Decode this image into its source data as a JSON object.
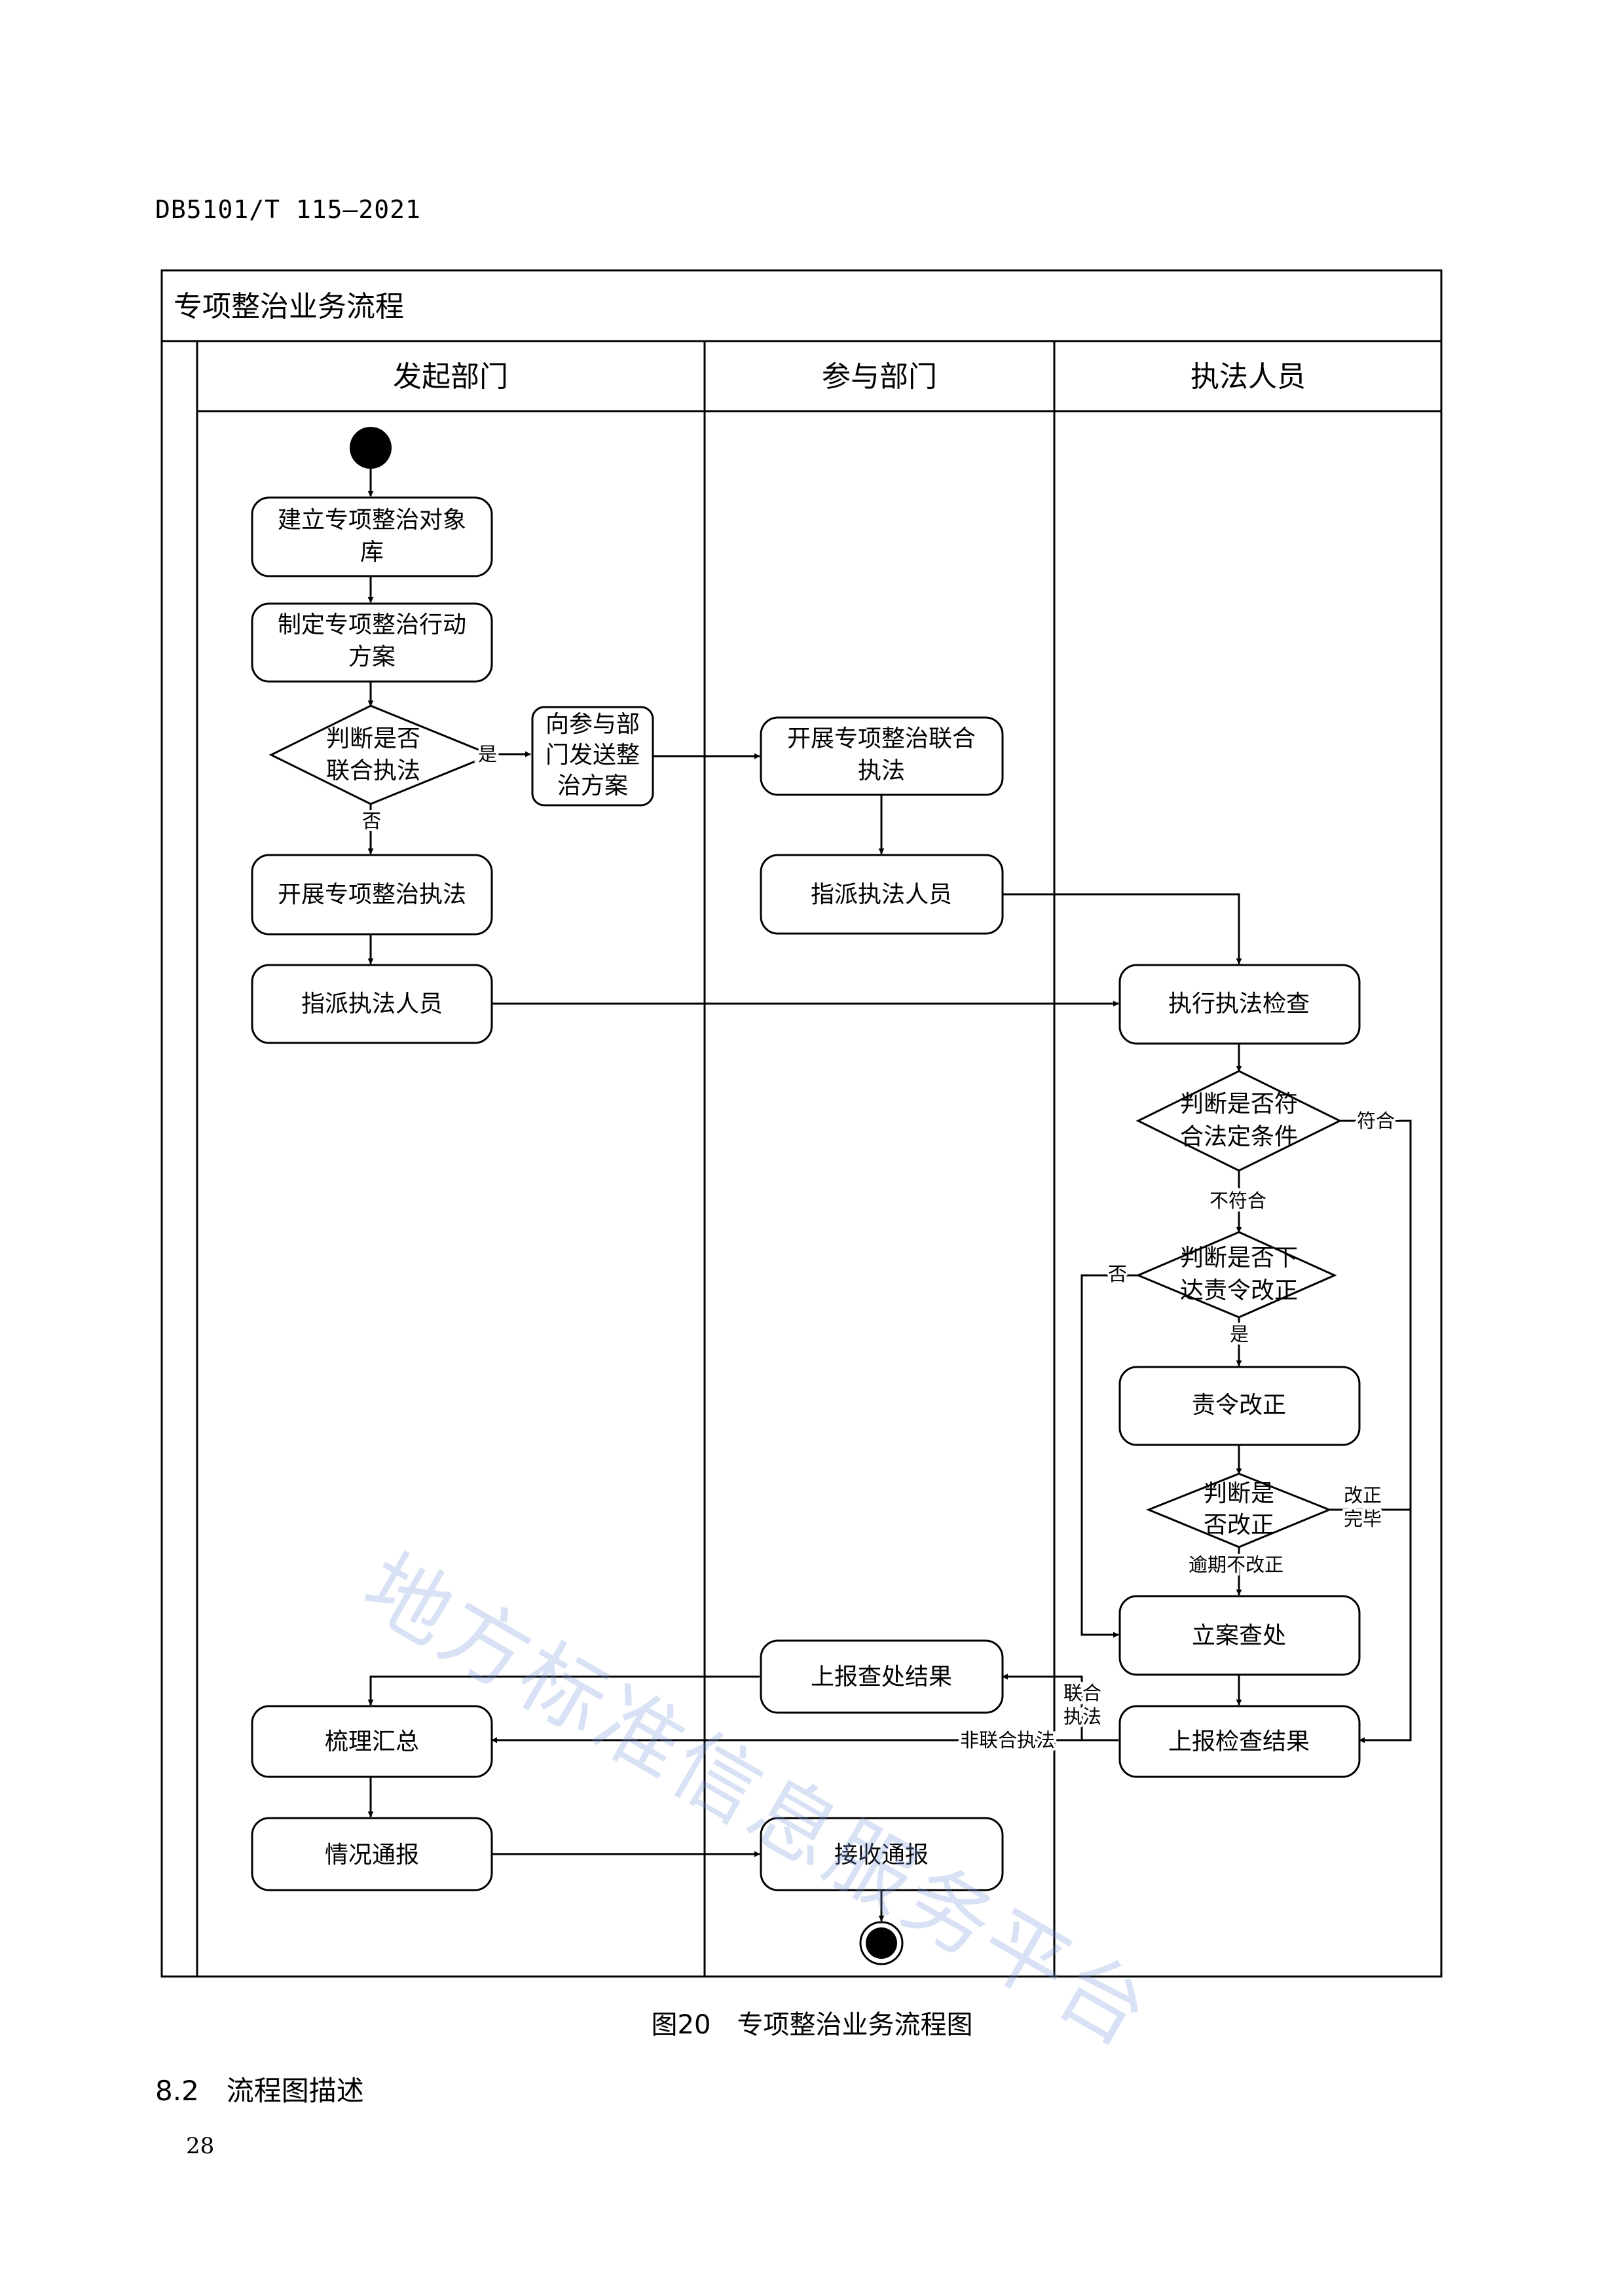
{
  "doc_code": "DB5101/T 115—2021",
  "diagram": {
    "title": "专项整治业务流程",
    "lanes": [
      "发起部门",
      "参与部门",
      "执法人员"
    ],
    "nodes": {
      "build_db": [
        "建立专项整治对象",
        "库"
      ],
      "make_plan": [
        "制定专项整治行动",
        "方案"
      ],
      "judge_joint": [
        "判断是否",
        "联合执法"
      ],
      "send_plan": [
        "向参与部",
        "门发送整",
        "治方案"
      ],
      "joint_enforce": [
        "开展专项整治联合",
        "执法"
      ],
      "assign_b": [
        "指派执法人员"
      ],
      "enforce_a": [
        "开展专项整治执法"
      ],
      "assign_a": [
        "指派执法人员"
      ],
      "exec_check": [
        "执行执法检查"
      ],
      "judge_legal": [
        "判断是否符",
        "合法定条件"
      ],
      "judge_order": [
        "判断是否下",
        "达责令改正"
      ],
      "order_fix": [
        "责令改正"
      ],
      "judge_fixed": [
        "判断是",
        "否改正"
      ],
      "file_case": [
        "立案查处"
      ],
      "report_b": [
        "上报查处结果"
      ],
      "report_c": [
        "上报检查结果"
      ],
      "sort_sum": [
        "梳理汇总"
      ],
      "notify": [
        "情况通报"
      ],
      "receive": [
        "接收通报"
      ]
    },
    "edge_labels": {
      "yes1": "是",
      "no1": "否",
      "fit": "符合",
      "notfit": "不符合",
      "no2": "否",
      "yes2": "是",
      "fixed": [
        "改正",
        "完毕"
      ],
      "overdue": "逾期不改正",
      "joint": [
        "联合",
        "执法"
      ],
      "nonjoint": "非联合执法"
    }
  },
  "caption": "图20　专项整治业务流程图",
  "section_heading": "8.2　流程图描述",
  "page_number": "28",
  "watermark": "地方标准信息服务平台"
}
